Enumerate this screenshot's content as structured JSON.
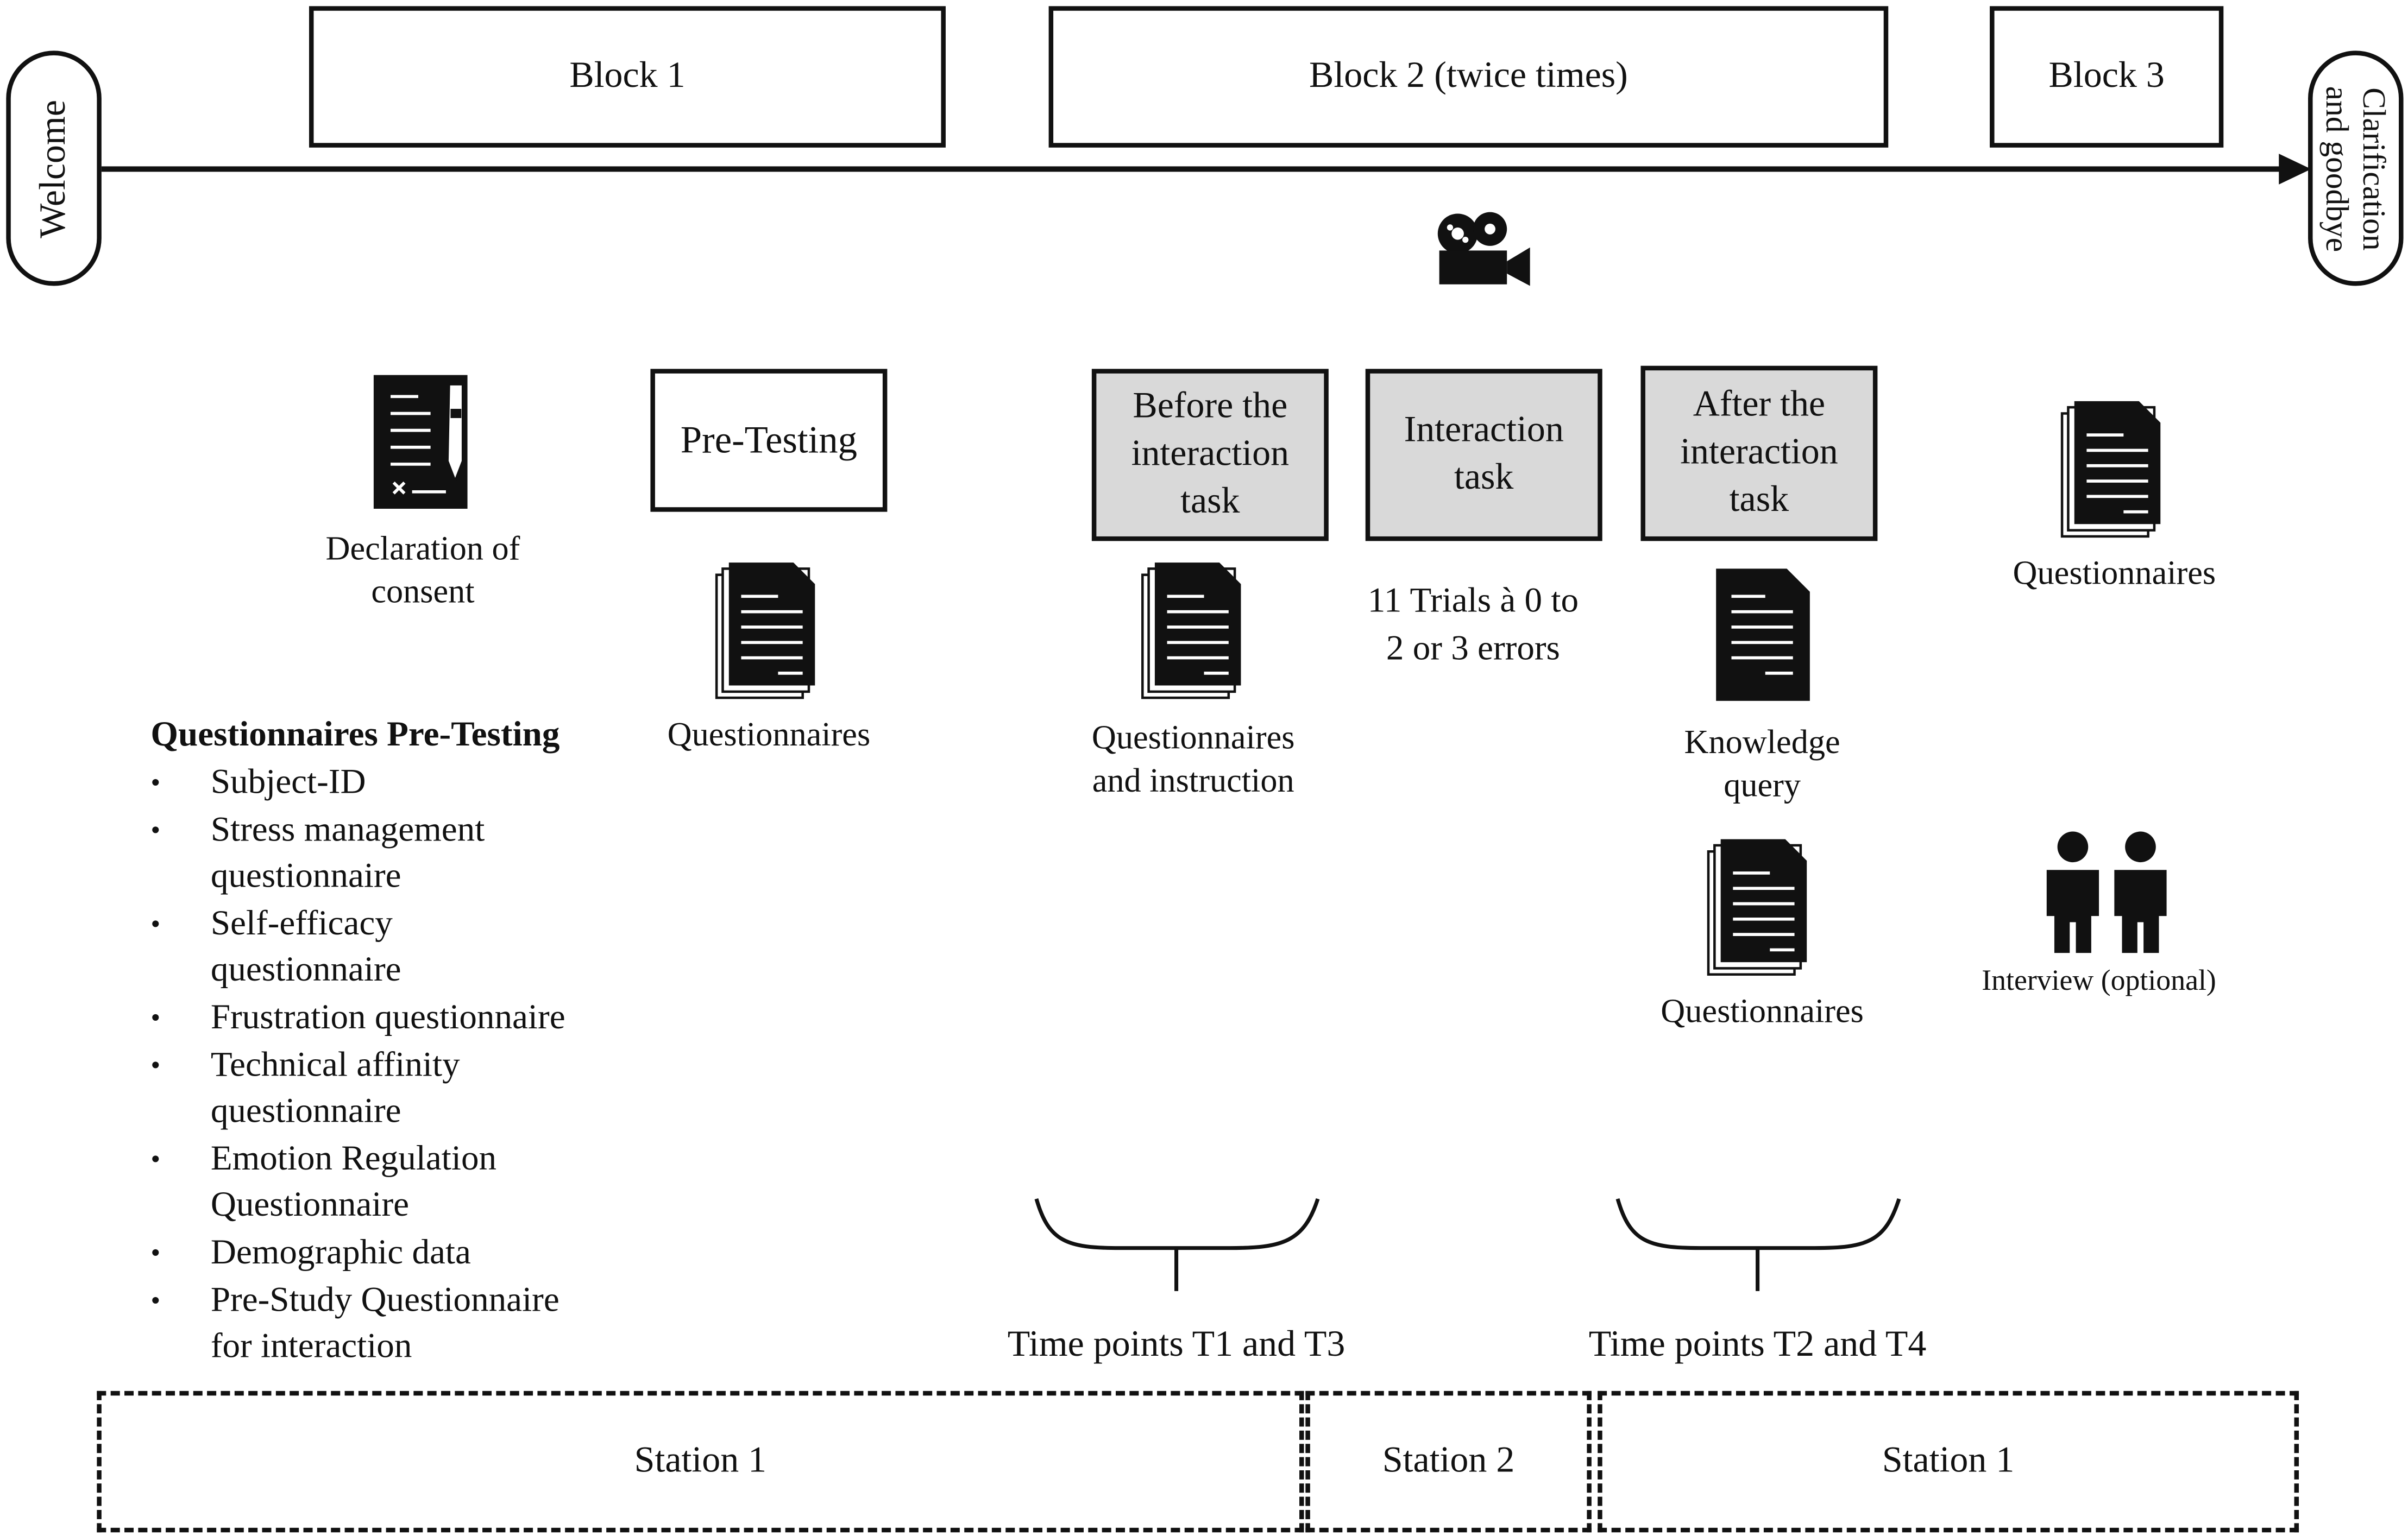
{
  "timeline": {
    "start": "Welcome",
    "end_line1": "Clarification",
    "end_line2": "and goodbye",
    "blocks": [
      "Block 1",
      "Block 2 (twice times)",
      "Block 3"
    ]
  },
  "icons": {
    "camera": "video-camera-icon",
    "consent": "signed-document-icon",
    "questionnaire": "document-stack-icon",
    "interview": "two-persons-icon"
  },
  "steps": {
    "consent_line1": "Declaration of",
    "consent_line2": "consent",
    "pretesting": "Pre-Testing",
    "pretesting_caption": "Questionnaires",
    "before_task": [
      "Before the",
      "interaction",
      "task"
    ],
    "before_caption_line1": "Questionnaires",
    "before_caption_line2": "and instruction",
    "interaction_task": [
      "Interaction",
      "task"
    ],
    "trials_line1": "11 Trials à 0 to",
    "trials_line2": "2 or 3 errors",
    "after_task": [
      "After the",
      "interaction",
      "task"
    ],
    "knowledge_line1": "Knowledge",
    "knowledge_line2": "query",
    "after_questionnaires": "Questionnaires",
    "block3_questionnaires": "Questionnaires",
    "interview": "Interview (optional)"
  },
  "pretest_list": {
    "heading": "Questionnaires Pre-Testing",
    "items": [
      [
        "Subject-ID"
      ],
      [
        "Stress management",
        "questionnaire"
      ],
      [
        "Self-efficacy",
        "questionnaire"
      ],
      [
        "Frustration questionnaire"
      ],
      [
        "Technical affinity",
        "questionnaire"
      ],
      [
        "Emotion Regulation",
        "Questionnaire"
      ],
      [
        "Demographic data"
      ],
      [
        "Pre-Study Questionnaire",
        "for interaction"
      ]
    ]
  },
  "timepoints": {
    "first": "Time points T1 and T3",
    "second": "Time points T2 and T4"
  },
  "stations": [
    "Station 1",
    "Station 2",
    "Station 1"
  ]
}
